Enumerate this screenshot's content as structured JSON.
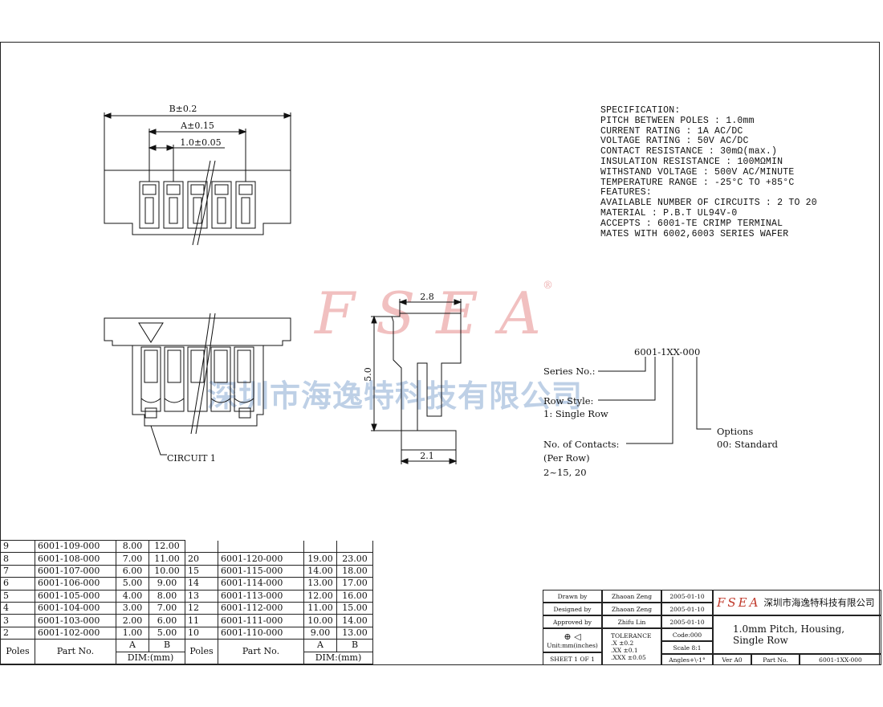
{
  "drawing": {
    "dim_b": "B±0.2",
    "dim_a": "A±0.15",
    "dim_pitch": "1.0±0.05",
    "dim_width": "2.8",
    "dim_height": "5.0",
    "dim_bottom": "2.1",
    "circuit_label": "CIRCUIT 1"
  },
  "watermark": {
    "logo": "FSEA",
    "registered": "®",
    "company_cn": "深圳市海逸特科技有限公司"
  },
  "specification": [
    "SPECIFICATION:",
    "PITCH BETWEEN POLES : 1.0mm",
    "CURRENT RATING : 1A AC/DC",
    "VOLTAGE RATING : 50V AC/DC",
    "CONTACT RESISTANCE : 30mΩ(max.)",
    "INSULATION RESISTANCE : 100MΩMIN",
    "WITHSTAND VOLTAGE : 500V AC/MINUTE",
    "TEMPERATURE RANGE : -25°C TO +85°C",
    "FEATURES:",
    "AVAILABLE NUMBER OF CIRCUITS : 2 TO 20",
    "MATERIAL : P.B.T UL94V-0",
    "ACCEPTS : 6001-TE  CRIMP TERMINAL",
    "MATES WITH 6002,6003 SERIES WAFER"
  ],
  "part_number": {
    "code": "6001-1XX-000",
    "series": "Series No.:",
    "row_style": "Row Style:",
    "row_style_value": "1: Single Row",
    "contacts": "No. of Contacts:",
    "per_row": "(Per Row)",
    "contacts_range": "2~15, 20",
    "options": "Options",
    "options_value": "00: Standard"
  },
  "parts_table": {
    "headers": {
      "poles": "Poles",
      "part_no": "Part No.",
      "a": "A",
      "b": "B",
      "dim": "DIM:(mm)"
    },
    "left": [
      [
        "9",
        "6001-109-000",
        "8.00",
        "12.00"
      ],
      [
        "8",
        "6001-108-000",
        "7.00",
        "11.00"
      ],
      [
        "7",
        "6001-107-000",
        "6.00",
        "10.00"
      ],
      [
        "6",
        "6001-106-000",
        "5.00",
        "9.00"
      ],
      [
        "5",
        "6001-105-000",
        "4.00",
        "8.00"
      ],
      [
        "4",
        "6001-104-000",
        "3.00",
        "7.00"
      ],
      [
        "3",
        "6001-103-000",
        "2.00",
        "6.00"
      ],
      [
        "2",
        "6001-102-000",
        "1.00",
        "5.00"
      ]
    ],
    "right": [
      [
        "",
        "",
        "",
        ""
      ],
      [
        "20",
        "6001-120-000",
        "19.00",
        "23.00"
      ],
      [
        "15",
        "6001-115-000",
        "14.00",
        "18.00"
      ],
      [
        "14",
        "6001-114-000",
        "13.00",
        "17.00"
      ],
      [
        "13",
        "6001-113-000",
        "12.00",
        "16.00"
      ],
      [
        "12",
        "6001-112-000",
        "11.00",
        "15.00"
      ],
      [
        "11",
        "6001-111-000",
        "10.00",
        "14.00"
      ],
      [
        "10",
        "6001-110-000",
        "9.00",
        "13.00"
      ]
    ]
  },
  "title_block": {
    "drawn_label": "Drawn   by",
    "drawn_name": "Zhaoan Zeng",
    "drawn_date": "2005-01-10",
    "designed_label": "Designed  by",
    "designed_name": "Zhaoan Zeng",
    "designed_date": "2005-01-10",
    "approved_label": "Approved  by",
    "approved_name": "Zhifu Lin",
    "approved_date": "2005-01-10",
    "units": "Unit:mm(inches)",
    "sheet": "SHEET  1  OF  1",
    "tolerance": "TOLERANCE",
    "tol_x": ".X      ±0.2",
    "tol_xx": ".XX     ±0.1",
    "tol_xxx": ".XXX   ±0.05",
    "code": "Code:000",
    "scale": "Scale  8:1",
    "angles": "Angles+\\-1°",
    "logo": "FSEA",
    "company": "深圳市海逸特科技有限公司",
    "title_line1": "1.0mm  Pitch,  Housing,",
    "title_line2": "Single  Row",
    "ver": "Ver A0",
    "part_label": "Part  No.",
    "part_value": "6001-1XX-000"
  }
}
